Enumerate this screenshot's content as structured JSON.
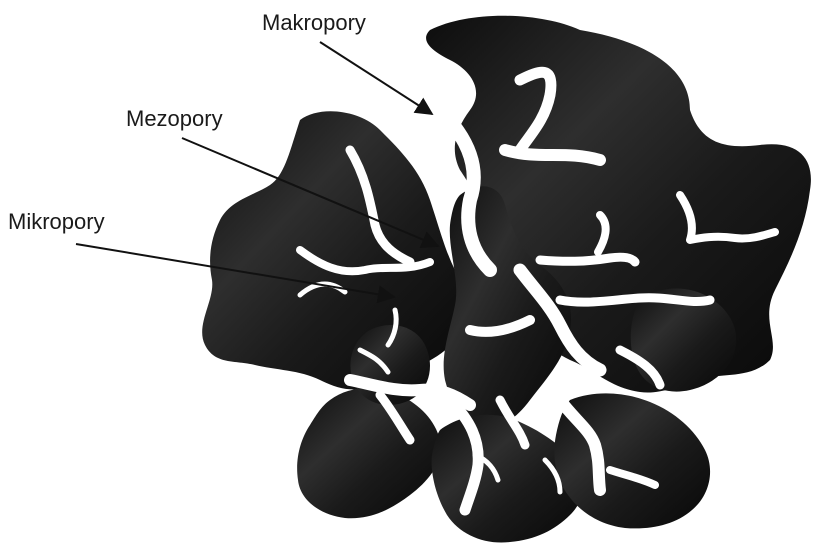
{
  "labels": {
    "macropores": "Makropory",
    "mesopores": "Mezopory",
    "micropores": "Mikropory"
  },
  "colors": {
    "particle": "#1b1b1b",
    "pores": "#ffffff",
    "arrow": "#111111",
    "text": "#1a1a1a"
  }
}
